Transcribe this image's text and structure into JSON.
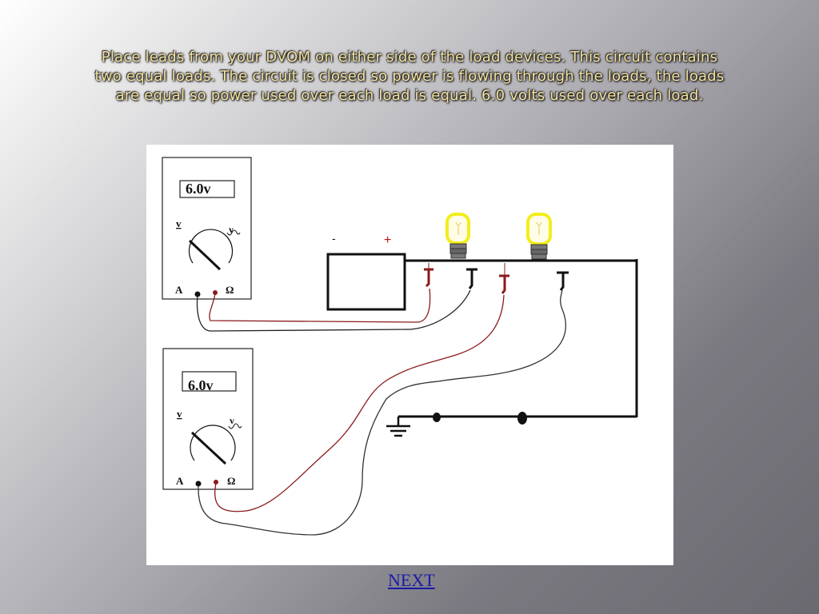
{
  "slide": {
    "caption_lines": [
      "Place leads from your DVOM on either side of the load devices. This circuit contains",
      "two equal loads.  The circuit is closed so power is flowing through the loads, the loads",
      "are equal so power used over each load is equal. 6.0 volts used over each load."
    ],
    "next_label": "NEXT"
  },
  "diagram": {
    "meter_top": {
      "reading": "6.0v",
      "dial_dc_label": "v",
      "dial_ac_label": "v",
      "jack_a_label": "A",
      "jack_ohm_label": "Ω"
    },
    "meter_bottom": {
      "reading": "6.0v",
      "dial_dc_label": "v",
      "dial_ac_label": "v",
      "jack_a_label": "A",
      "jack_ohm_label": "Ω"
    },
    "battery": {
      "neg_label": "-",
      "pos_label": "+"
    },
    "colors": {
      "positive_lead": "#8b1a1a",
      "negative_lead": "#111111",
      "bulb_glow": "#f2ee1a"
    }
  }
}
